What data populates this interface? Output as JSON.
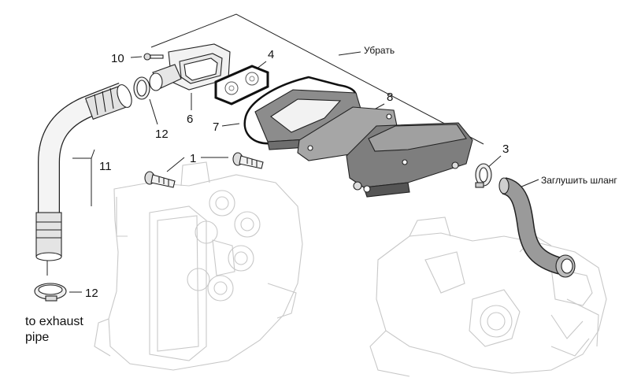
{
  "callouts": {
    "c1": "1",
    "c3": "3",
    "c4": "4",
    "c6": "6",
    "c7": "7",
    "c8": "8",
    "c10": "10",
    "c11": "11",
    "c12a": "12",
    "c12b": "12"
  },
  "notes": {
    "remove": "Убрать",
    "plug_hose": "Заглушить шланг",
    "exhaust_line1": "to exhaust",
    "exhaust_line2": "pipe"
  }
}
